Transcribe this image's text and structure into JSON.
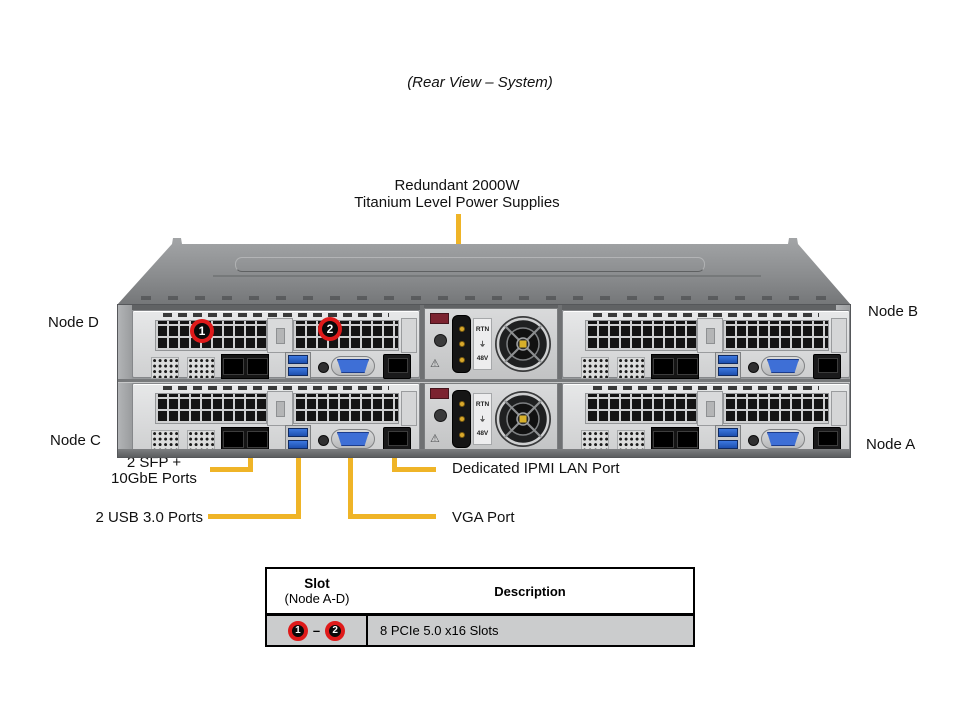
{
  "title": "(Rear View – System)",
  "psu_callout": {
    "line1": "Redundant 2000W",
    "line2": "Titanium Level Power Supplies"
  },
  "node_labels": {
    "top_left": "Node D",
    "bottom_left": "Node C",
    "top_right": "Node B",
    "bottom_right": "Node A"
  },
  "port_callouts": {
    "sfp_line1": "2 SFP +",
    "sfp_line2": "10GbE Ports",
    "usb": "2 USB 3.0 Ports",
    "ipmi": "Dedicated IPMI LAN Port",
    "vga": "VGA Port"
  },
  "slot_markers": {
    "slot1": "1",
    "slot2": "2",
    "dash": "–"
  },
  "psu_unit": {
    "rtn": "RTN",
    "voltage": "48V",
    "ground_symbol": "⏚",
    "warning_symbol": "⚠"
  },
  "table": {
    "header": {
      "col1_line1": "Slot",
      "col1_line2": "(Node A-D)",
      "col2": "Description"
    },
    "rows": [
      {
        "slots": [
          "1",
          "2"
        ],
        "description": "8 PCIe 5.0 x16 Slots"
      }
    ]
  },
  "colors": {
    "callout_yellow": "#EFB427",
    "marker_red": "#DF1A1A",
    "table_row_bg": "#CBCCCD"
  }
}
